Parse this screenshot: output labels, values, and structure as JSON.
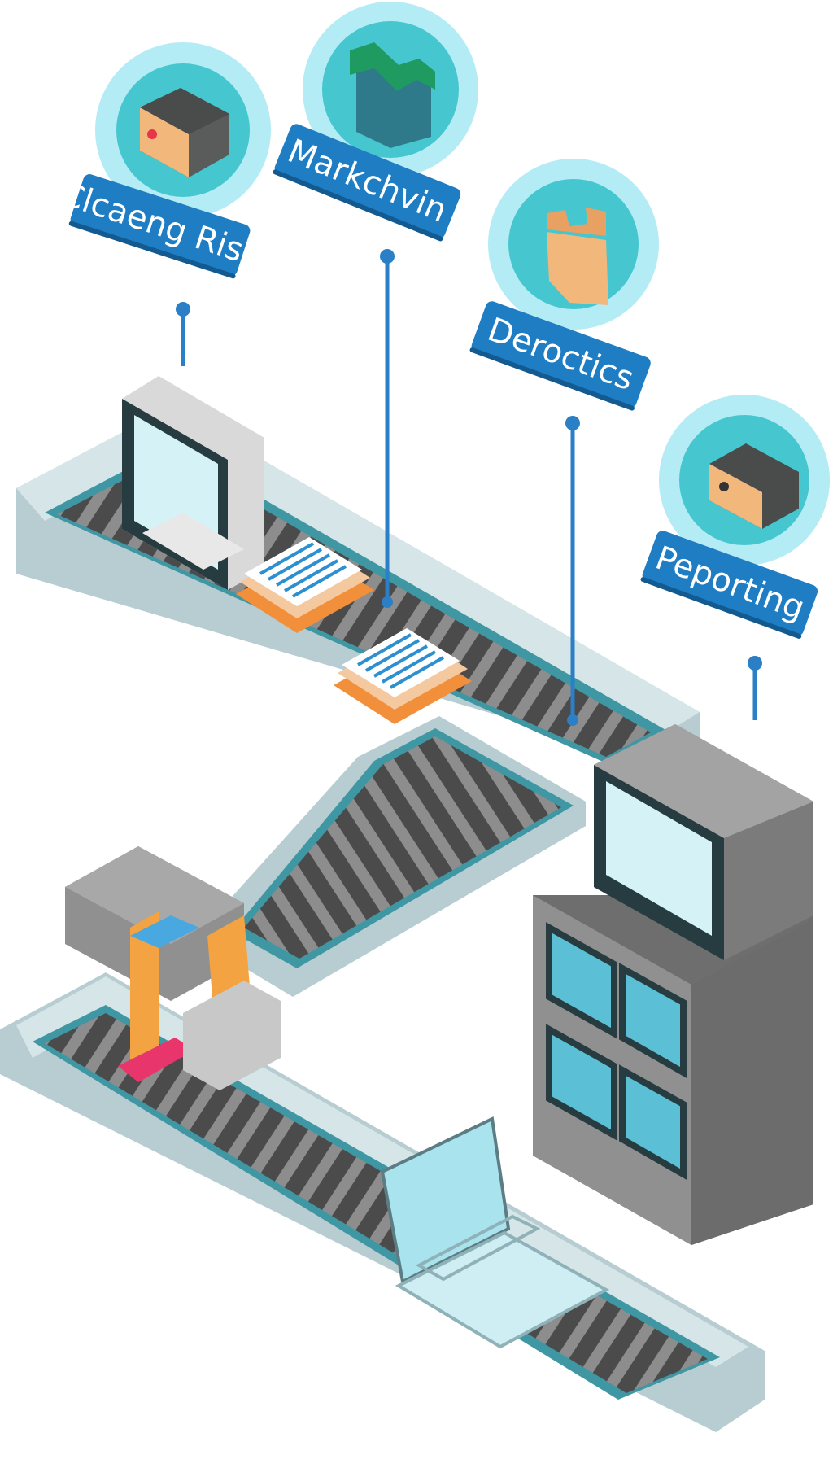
{
  "labels": {
    "cleaning": "Clcaeng Riss",
    "marketing": "Markchvin",
    "detection": "Deroctics",
    "reporting": "Peporting"
  },
  "icons": {
    "cleaning": "device-box-icon",
    "marketing": "chart-bin-icon",
    "detection": "bag-icon",
    "reporting": "speaker-box-icon"
  },
  "colors": {
    "label_bg": "#1f7dc4",
    "halo": "#b4ecf5",
    "disc": "#46c6cf",
    "belt_frame": "#b9cfd3",
    "belt_rail": "#3f97a3",
    "belt_slat": "#4a4a4a",
    "machine_gray": "#8f908f",
    "orange": "#f4a342"
  }
}
